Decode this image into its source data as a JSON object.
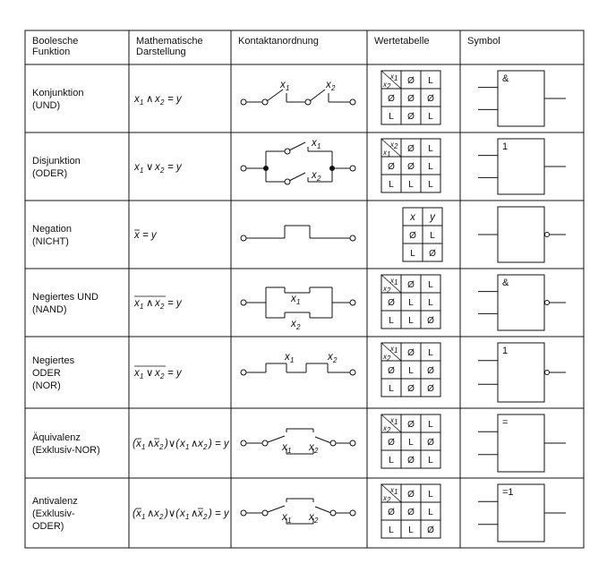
{
  "headers": [
    {
      "lines": [
        "Boolesche",
        "Funktion"
      ]
    },
    {
      "lines": [
        "Mathematische",
        "Darstellung"
      ]
    },
    {
      "lines": [
        "Kontaktanordnung"
      ]
    },
    {
      "lines": [
        "Wertetabelle"
      ]
    },
    {
      "lines": [
        "Symbol"
      ]
    }
  ],
  "rows": [
    {
      "name": [
        "Konjunktion",
        "(UND)"
      ],
      "formula": "x1∧x2=y",
      "contact": "series",
      "table": {
        "h1": "x1",
        "h2": "x2",
        "values": [
          [
            "Ø",
            "L"
          ],
          [
            "Ø",
            "Ø"
          ],
          [
            "Ø",
            "L"
          ]
        ],
        "hdr2": [
          "Ø",
          "L"
        ],
        "left": [
          "Ø",
          "L"
        ],
        "cells": [
          [
            "Ø",
            "Ø"
          ],
          [
            "Ø",
            "L"
          ]
        ]
      },
      "symbol": {
        "label": "&",
        "inputs": 2,
        "negated": false
      }
    },
    {
      "name": [
        "Disjunktion",
        "(ODER)"
      ],
      "formula": "x1∨x2=y",
      "contact": "parallel",
      "table": {
        "h1": "x2",
        "h2": "x1",
        "hdr2": [
          "Ø",
          "L"
        ],
        "left": [
          "Ø",
          "L"
        ],
        "cells": [
          [
            "Ø",
            "L"
          ],
          [
            "L",
            "L"
          ]
        ]
      },
      "symbol": {
        "label": "1",
        "inputs": 2,
        "negated": false
      }
    },
    {
      "name": [
        "Negation",
        "(NICHT)"
      ],
      "formula": "x̄=y",
      "contact": "negation",
      "table": {
        "negation": true,
        "cols": [
          "x",
          "y"
        ],
        "rows": [
          [
            "Ø",
            "L"
          ],
          [
            "L",
            "Ø"
          ]
        ]
      },
      "symbol": {
        "label": "",
        "inputs": 1,
        "negated": true
      }
    },
    {
      "name": [
        "Negiertes UND",
        "(NAND)"
      ],
      "formula": "x1∧x2=y (overline)",
      "contact": "nand",
      "table": {
        "h1": "x1",
        "h2": "x2",
        "hdr2": [
          "Ø",
          "L"
        ],
        "left": [
          "Ø",
          "L"
        ],
        "cells": [
          [
            "L",
            "L"
          ],
          [
            "L",
            "Ø"
          ]
        ]
      },
      "symbol": {
        "label": "&",
        "inputs": 2,
        "negated": true
      }
    },
    {
      "name": [
        "Negiertes",
        "ODER",
        "(NOR)"
      ],
      "formula": "x1∨x2=y (overline)",
      "contact": "nor",
      "table": {
        "h1": "x1",
        "h2": "x2",
        "hdr2": [
          "Ø",
          "L"
        ],
        "left": [
          "Ø",
          "L"
        ],
        "cells": [
          [
            "L",
            "Ø"
          ],
          [
            "Ø",
            "Ø"
          ]
        ]
      },
      "symbol": {
        "label": "1",
        "inputs": 2,
        "negated": true
      }
    },
    {
      "name": [
        "Äquivalenz",
        "(Exklusiv-NOR)"
      ],
      "formula": "(x̄1∧x̄2)∨(x1∧x2)=y",
      "contact": "equivalence",
      "table": {
        "h1": "x1",
        "h2": "x2",
        "hdr2": [
          "Ø",
          "L"
        ],
        "left": [
          "Ø",
          "L"
        ],
        "cells": [
          [
            "L",
            "Ø"
          ],
          [
            "Ø",
            "L"
          ]
        ]
      },
      "symbol": {
        "label": "=",
        "inputs": 2,
        "negated": false
      }
    },
    {
      "name": [
        "Antivalenz",
        "(Exklusiv-",
        "ODER)"
      ],
      "formula": "(x̄1∧x2)∨(x1∧x̄2)=y",
      "contact": "antivalence",
      "table": {
        "h1": "x1",
        "h2": "x2",
        "hdr2": [
          "Ø",
          "L"
        ],
        "left": [
          "Ø",
          "L"
        ],
        "cells": [
          [
            "Ø",
            "L"
          ],
          [
            "L",
            "Ø"
          ]
        ]
      },
      "symbol": {
        "label": "=1",
        "inputs": 2,
        "negated": false
      }
    }
  ],
  "glyphs": {
    "x": "x",
    "y": "y",
    "sub1": "1",
    "sub2": "2",
    "and": "∧",
    "or": "∨",
    "eq": "=",
    "lp": "(",
    "rp": ")"
  }
}
